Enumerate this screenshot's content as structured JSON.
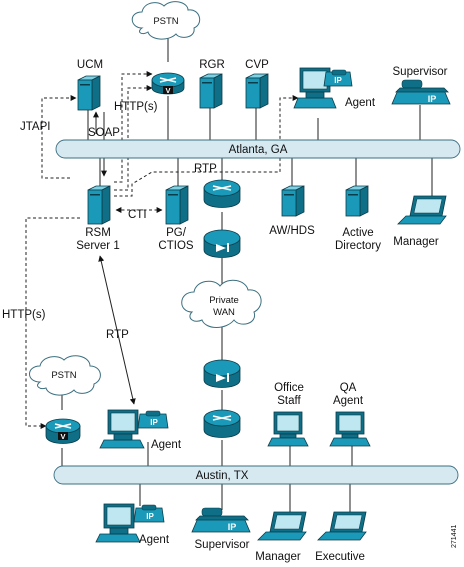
{
  "clouds": {
    "pstn_top": "PSTN",
    "private_wan": [
      "Private",
      "WAN"
    ],
    "pstn_bottom": "PSTN"
  },
  "atlanta": {
    "bus_label": "Atlanta, GA",
    "ucm": "UCM",
    "rgr": "RGR",
    "cvp": "CVP",
    "agent": "Agent",
    "supervisor": "Supervisor",
    "rsm": [
      "RSM",
      "Server 1"
    ],
    "pg": [
      "PG/",
      "CTIOS"
    ],
    "awhds": "AW/HDS",
    "ad": [
      "Active",
      "Directory"
    ],
    "manager": "Manager",
    "router_badge": "V"
  },
  "protocols": {
    "jtapi": "JTAPI",
    "soap": "SOAP",
    "http_top": "HTTP(s)",
    "rtp_top": "RTP",
    "cti": "CTI",
    "rtp_mid": "RTP",
    "http_left": "HTTP(s)"
  },
  "austin": {
    "bus_label": "Austin, TX",
    "agent_upper": "Agent",
    "office_staff": [
      "Office",
      "Staff"
    ],
    "qa_agent": [
      "QA",
      "Agent"
    ],
    "agent_lower": "Agent",
    "supervisor": "Supervisor",
    "manager": "Manager",
    "executive": "Executive",
    "router_badge": "V"
  },
  "figure_id": "271441"
}
